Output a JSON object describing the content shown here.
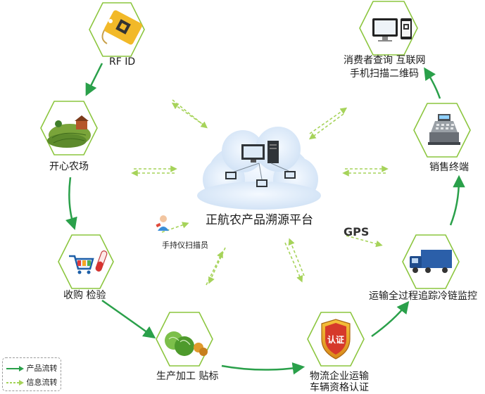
{
  "nodes": {
    "rfid": "RF ID",
    "farm": "开心农场",
    "purchase": "收购 检验",
    "processing": "生产加工 贴标",
    "logistics_line1": "物流企业运输",
    "logistics_line2": "车辆资格认证",
    "transport": "运输全过程追踪冷链监控",
    "sales": "销售终端",
    "consumer_line1": "消费者查询 互联网",
    "consumer_line2": "手机扫描二维码"
  },
  "center": {
    "title": "正航农产品溯源平台"
  },
  "scanner": {
    "label": "手持仪扫描员"
  },
  "gps_label": "GPS",
  "cert_badge": "认证",
  "legend": {
    "product_flow": "产品流转",
    "info_flow": "信息流转"
  },
  "colors": {
    "hex_border": "#8cc63f",
    "flow_arrow": "#2aa04a",
    "info_arrow": "#a6d35a"
  }
}
